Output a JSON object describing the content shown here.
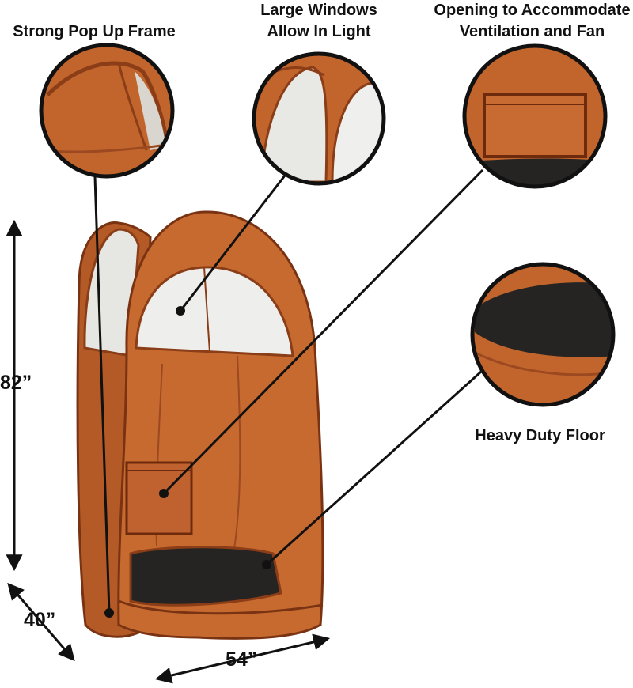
{
  "features": {
    "frame": {
      "label": "Strong Pop Up Frame"
    },
    "windows": {
      "line1": "Large Windows",
      "line2": "Allow In Light"
    },
    "opening": {
      "line1": "Opening to Accommodate",
      "line2": "Ventilation and Fan"
    },
    "floor": {
      "label": "Heavy Duty Floor"
    }
  },
  "dimensions": {
    "height": "82”",
    "depth": "40”",
    "width": "54”"
  },
  "colors": {
    "tent": "#c2652d",
    "tent_dark": "#8a3d17",
    "window": "#eeeeec",
    "floor": "#262422",
    "line": "#111111"
  }
}
